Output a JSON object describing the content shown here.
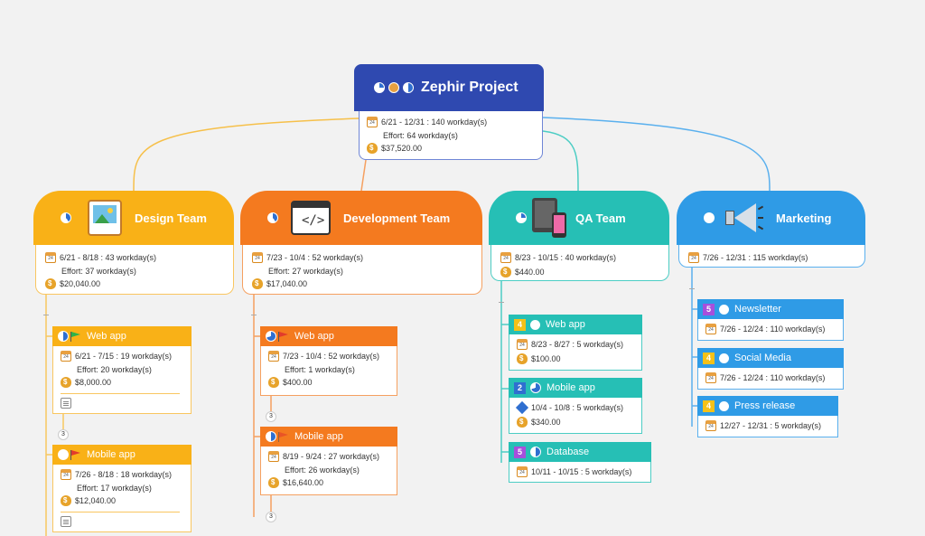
{
  "colors": {
    "root": "#2f49b0",
    "design": "#f9b117",
    "development": "#f47a1f",
    "qa": "#26bfb5",
    "marketing": "#2f9be6",
    "priority_purple": "#a64fdc",
    "priority_yellow": "#f5c118",
    "priority_blue": "#2f6fd0"
  },
  "root": {
    "title": "Zephir Project",
    "date": "6/21 - 12/31 : 140 workday(s)",
    "effort": "Effort: 64 workday(s)",
    "cost": "$37,520.00"
  },
  "teams": {
    "design": {
      "name": "Design Team",
      "date": "6/21 - 8/18 : 43 workday(s)",
      "effort": "Effort: 37 workday(s)",
      "cost": "$20,040.00",
      "tasks": [
        {
          "name": "Web app",
          "date": "6/21 - 7/15 : 19 workday(s)",
          "effort": "Effort: 20 workday(s)",
          "cost": "$8,000.00",
          "count": "3"
        },
        {
          "name": "Mobile app",
          "date": "7/26 - 8/18 : 18 workday(s)",
          "effort": "Effort: 17 workday(s)",
          "cost": "$12,040.00"
        }
      ]
    },
    "development": {
      "name": "Development Team",
      "date": "7/23 - 10/4 : 52 workday(s)",
      "effort": "Effort: 27 workday(s)",
      "cost": "$17,040.00",
      "tasks": [
        {
          "name": "Web app",
          "date": "7/23 - 10/4 : 52 workday(s)",
          "effort": "Effort: 1 workday(s)",
          "cost": "$400.00",
          "count": "3"
        },
        {
          "name": "Mobile app",
          "date": "8/19 - 9/24 : 27 workday(s)",
          "effort": "Effort: 26 workday(s)",
          "cost": "$16,640.00",
          "count": "3"
        }
      ]
    },
    "qa": {
      "name": "QA Team",
      "date": "8/23 - 10/15 : 40 workday(s)",
      "cost": "$440.00",
      "tasks": [
        {
          "priority": "4",
          "name": "Web app",
          "date": "8/23 - 8/27 : 5 workday(s)",
          "cost": "$100.00"
        },
        {
          "priority": "2",
          "name": "Mobile app",
          "date": "10/4 - 10/8 : 5 workday(s)",
          "cost": "$340.00"
        },
        {
          "priority": "5",
          "name": "Database",
          "date": "10/11 - 10/15 : 5 workday(s)"
        }
      ]
    },
    "marketing": {
      "name": "Marketing",
      "date": "7/26 - 12/31 : 115 workday(s)",
      "tasks": [
        {
          "priority": "5",
          "name": "Newsletter",
          "date": "7/26 - 12/24 : 110 workday(s)"
        },
        {
          "priority": "4",
          "name": "Social Media",
          "date": "7/26 - 12/24 : 110 workday(s)"
        },
        {
          "priority": "4",
          "name": "Press release",
          "date": "12/27 - 12/31 : 5 workday(s)"
        }
      ]
    }
  },
  "calendar_day": "24",
  "icons": [
    "pie-progress-icon",
    "calendar-icon",
    "money-bag-icon",
    "flag-icon",
    "note-icon",
    "milestone-icon",
    "easel-icon",
    "code-window-icon",
    "tablet-phone-icon",
    "megaphone-icon"
  ]
}
